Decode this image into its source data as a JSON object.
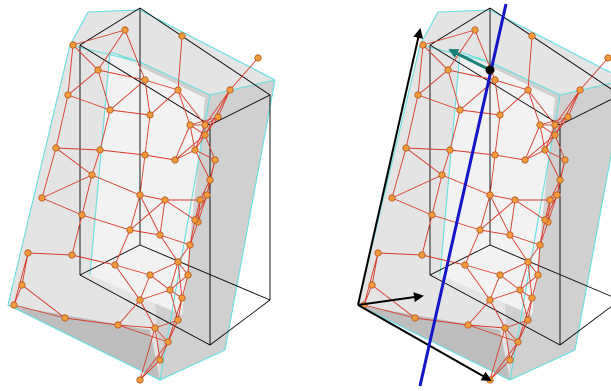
{
  "figure": {
    "panels": [
      {
        "id": "left",
        "shows_cut_line": false
      },
      {
        "id": "right",
        "shows_cut_line": true
      }
    ]
  },
  "colors": {
    "background": "#ffffff",
    "outer_face_light": "#e4e4e4",
    "outer_face_mid": "#d0d0d0",
    "outer_face_dark": "#bdbdbd",
    "inner_face": "#f2f2f2",
    "outer_edge": "#66e0e0",
    "box_edge": "#000000",
    "mesh_line": "#d93a2a",
    "node_fill": "#f39a3a",
    "node_stroke": "#b5561c",
    "cut_line": "#1414c8",
    "normal_arrow": "#1a7f76",
    "axis_arrow": "#000000",
    "pivot_point": "#000000"
  },
  "icons": {
    "node": "orange-circle-node",
    "pivot": "black-dot",
    "arrow": "triangle-arrowhead"
  }
}
